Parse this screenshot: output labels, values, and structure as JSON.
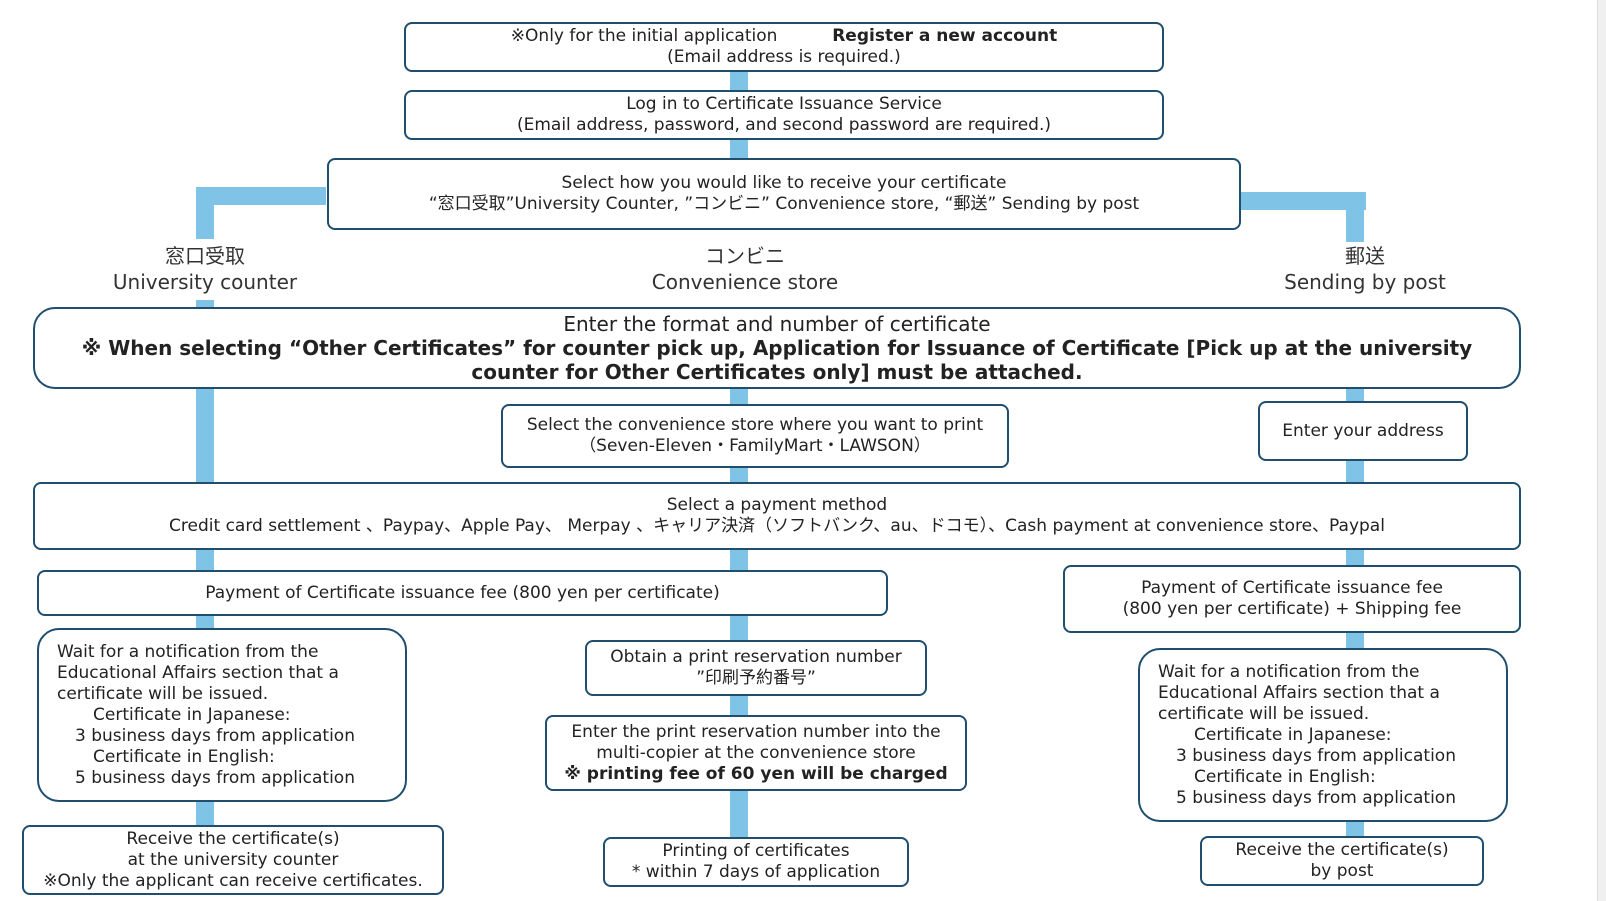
{
  "top": {
    "note": "※Only for the initial application",
    "title": "Register a new account",
    "sub": "(Email address is required.)"
  },
  "login": {
    "line1": "Log in to Certificate Issuance Service",
    "line2": "(Email address, password, and second password are required.)"
  },
  "receive": {
    "line1": "Select how you would like to receive your certificate",
    "line2": "“窓口受取”University Counter, ”コンビニ” Convenience store, “郵送” Sending by post"
  },
  "routes": {
    "counter_jp": "窓口受取",
    "counter_en": "University counter",
    "store_jp": "コンビニ",
    "store_en": "Convenience store",
    "post_jp": "郵送",
    "post_en": "Sending by post"
  },
  "format": {
    "line1": "Enter the format and number of certificate",
    "note": "※ When selecting “Other Certificates” for counter pick up, Application for Issuance of Certificate [Pick up at the university counter for Other Certificates only] must be attached."
  },
  "store_select": {
    "line1": "Select the convenience store where you want to print",
    "line2": "（Seven-Eleven・FamilyMart・LAWSON）"
  },
  "address": "Enter your address",
  "payment": {
    "line1": "Select a payment method",
    "line2": "Credit card settlement 、Paypay、Apple Pay、 Merpay 、キャリア決済（ソフトバンク、au、ドコモ）、Cash payment at convenience store、Paypal"
  },
  "fee_left": "Payment of Certificate issuance fee (800 yen per certificate)",
  "fee_right": {
    "line1": "Payment of Certificate issuance fee",
    "line2": "(800 yen per certificate) + Shipping fee"
  },
  "wait": {
    "l1": "Wait for a notification from the",
    "l2": "Educational Affairs section that a",
    "l3": "certificate will be issued.",
    "l4": "Certificate in Japanese:",
    "l5": "3 business days from application",
    "l6": "Certificate in English:",
    "l7": "5 business days from application"
  },
  "reservation": {
    "line1": "Obtain a print reservation number",
    "line2": "”印刷予約番号”"
  },
  "enter_number": {
    "line1": "Enter the print reservation number into the",
    "line2": "multi-copier at the convenience store",
    "line3": "※ printing fee of 60 yen will be charged"
  },
  "receive_counter": {
    "line1": "Receive the certificate(s)",
    "line2": "at the university counter",
    "line3": "※Only the applicant can receive certificates."
  },
  "printing": {
    "line1": "Printing of certificates",
    "line2": "* within 7 days of application"
  },
  "receive_post": {
    "line1": "Receive the certificate(s)",
    "line2": "by post"
  }
}
